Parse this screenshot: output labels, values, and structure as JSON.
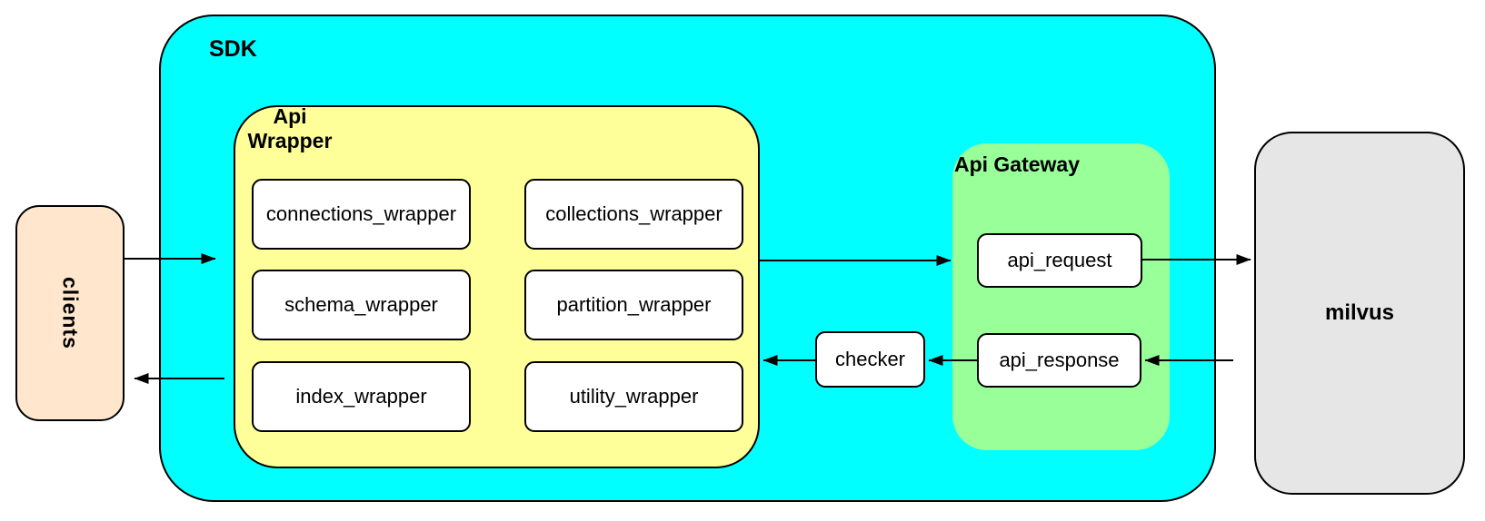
{
  "nodes": {
    "clients": {
      "label": "clients"
    },
    "sdk": {
      "label": "SDK"
    },
    "api_wrapper": {
      "label": "Api Wrapper",
      "children": [
        "connections_wrapper",
        "collections_wrapper",
        "schema_wrapper",
        "partition_wrapper",
        "index_wrapper",
        "utility_wrapper"
      ]
    },
    "checker": {
      "label": "checker"
    },
    "api_gateway": {
      "label": "Api Gateway",
      "children": [
        "api_request",
        "api_response"
      ]
    },
    "milvus": {
      "label": "milvus"
    }
  },
  "edges": [
    {
      "from": "clients",
      "to": "sdk"
    },
    {
      "from": "api_wrapper",
      "to": "api_gateway"
    },
    {
      "from": "api_request",
      "to": "milvus"
    },
    {
      "from": "milvus",
      "to": "api_response"
    },
    {
      "from": "api_response",
      "to": "checker"
    },
    {
      "from": "checker",
      "to": "api_wrapper"
    },
    {
      "from": "sdk",
      "to": "clients"
    }
  ],
  "colors": {
    "sdk_fill": "#00ffff",
    "api_wrapper_fill": "#ffff99",
    "api_gateway_fill": "#99ff99",
    "clients_fill": "#ffe6cc",
    "milvus_fill": "#e6e6e6",
    "leaf_fill": "#ffffff",
    "stroke": "#000000"
  }
}
